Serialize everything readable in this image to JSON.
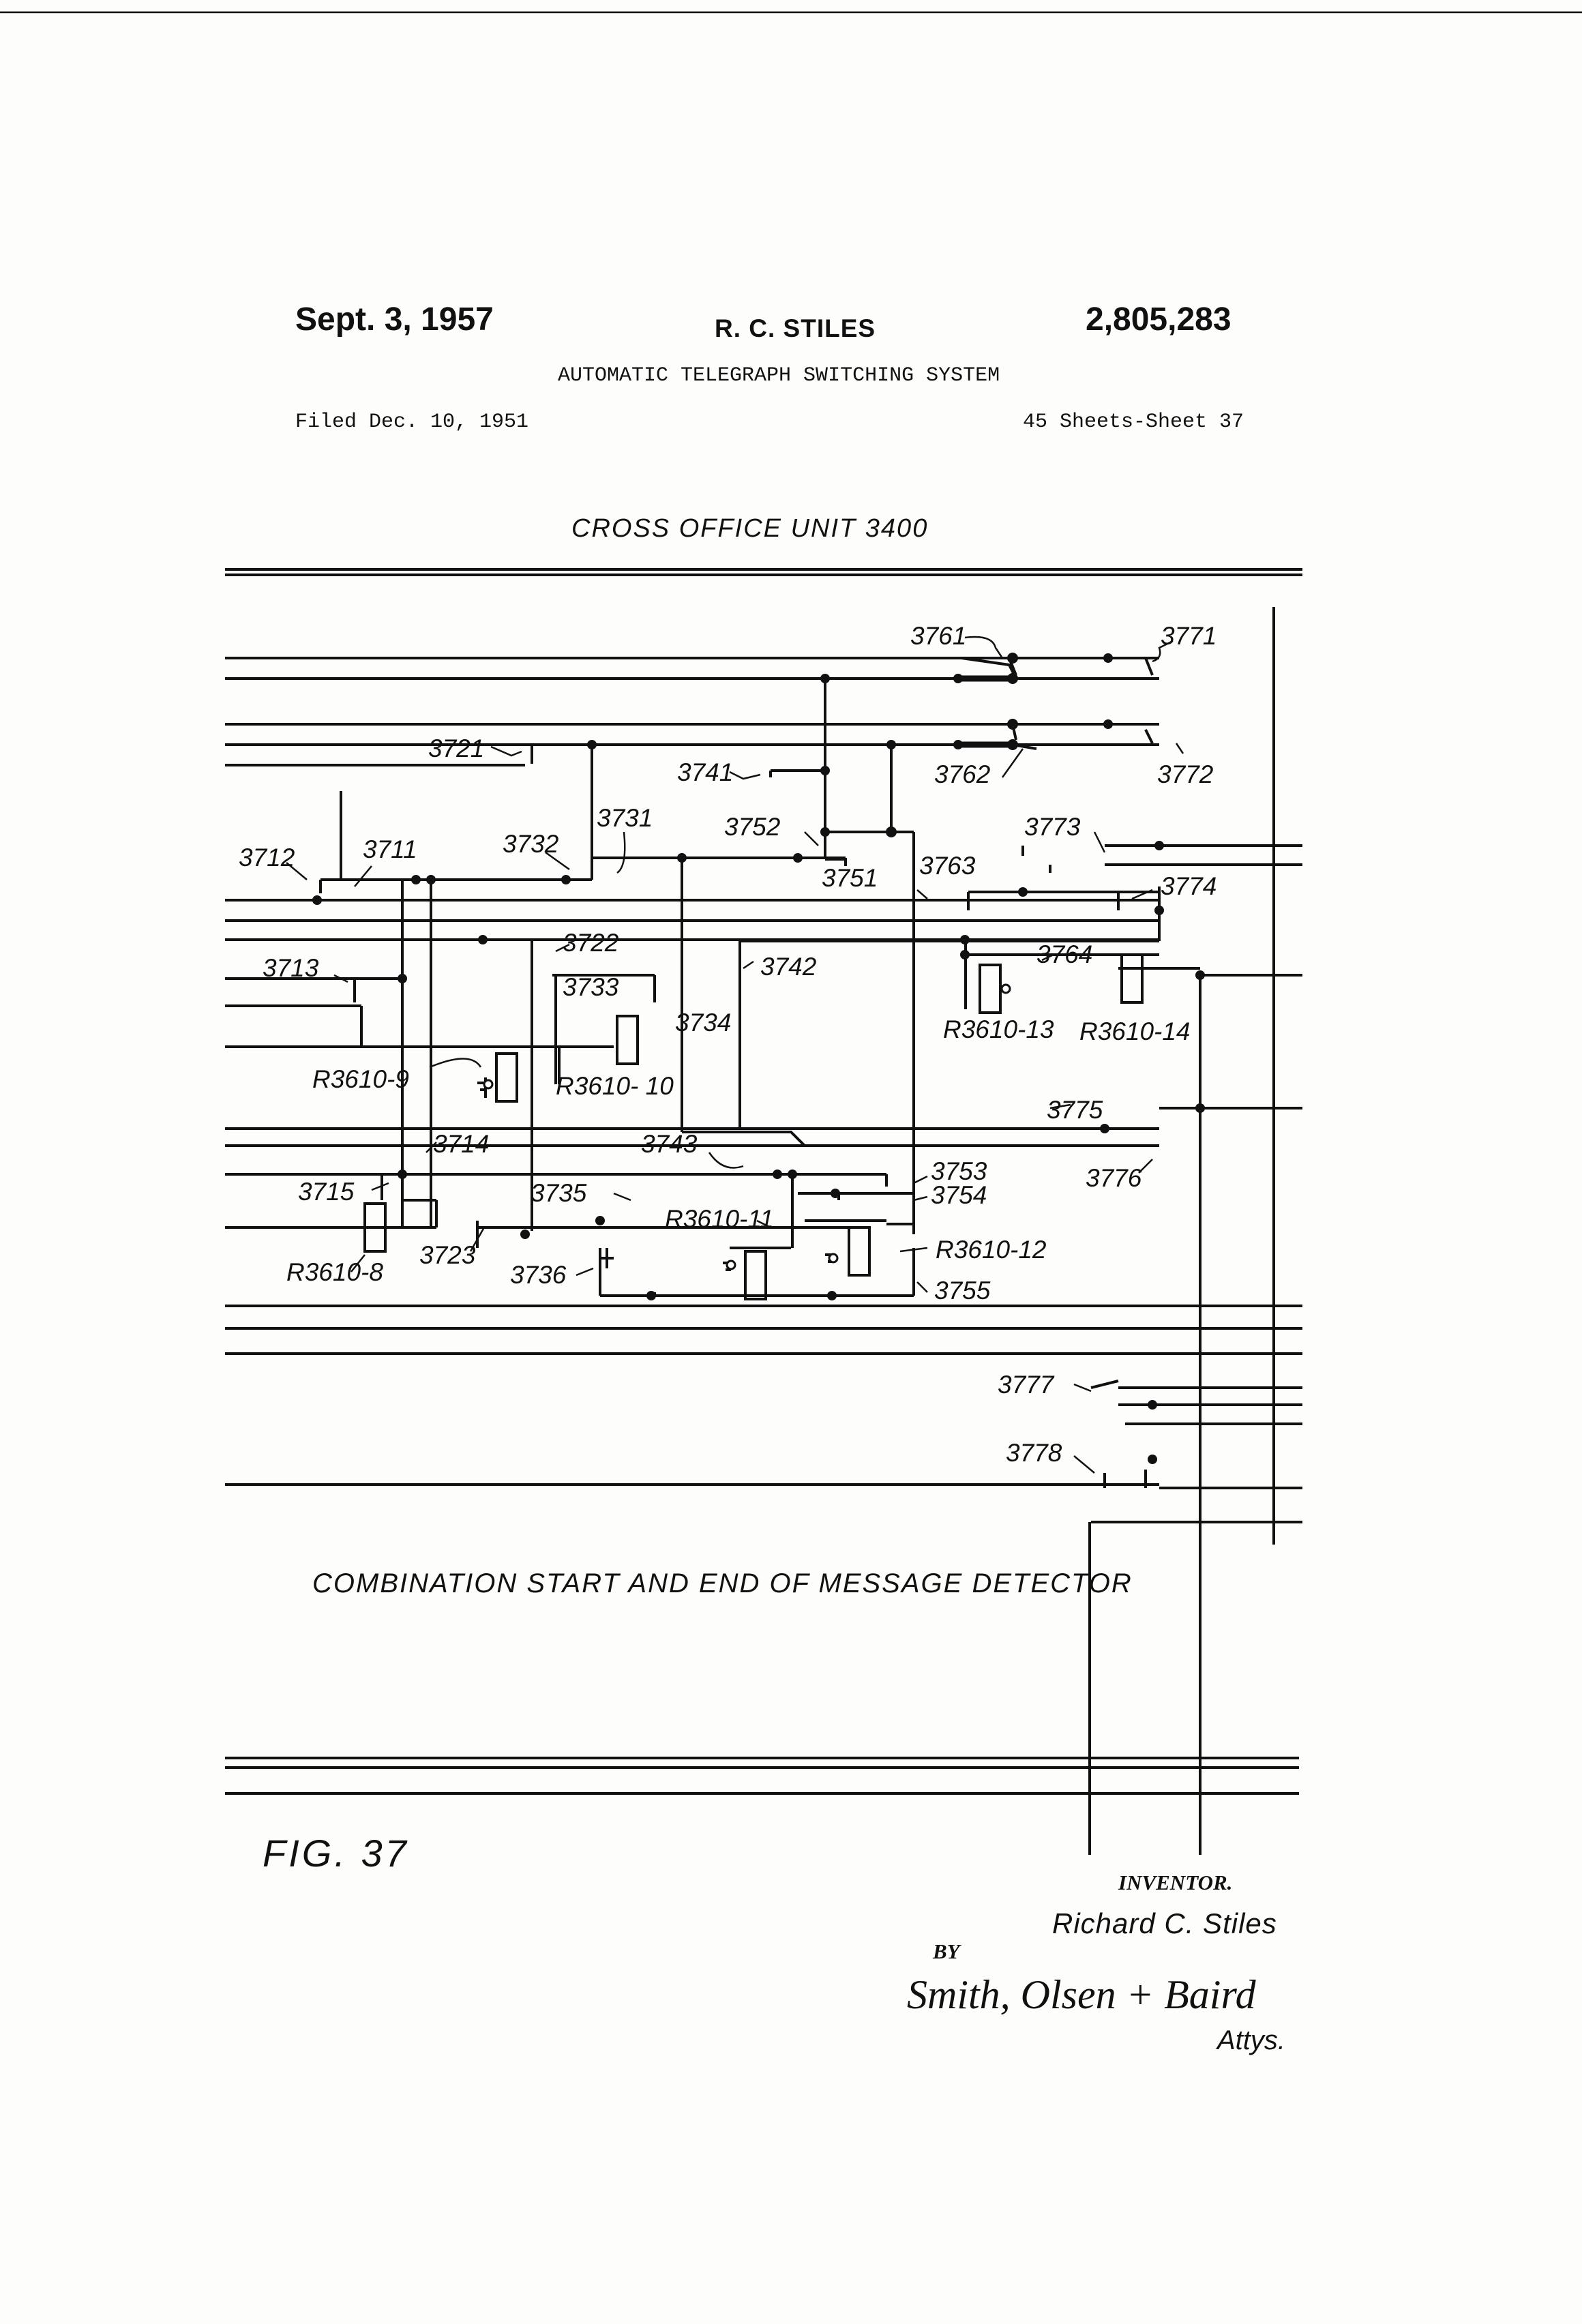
{
  "header": {
    "date": "Sept. 3, 1957",
    "inventor_name": "R. C. STILES",
    "patent_number": "2,805,283",
    "title": "AUTOMATIC TELEGRAPH SWITCHING SYSTEM",
    "filed": "Filed Dec. 10, 1951",
    "sheets": "45 Sheets-Sheet 37"
  },
  "diagram": {
    "unit_title": "CROSS OFFICE UNIT 3400",
    "caption": "COMBINATION START AND END OF MESSAGE DETECTOR",
    "figure_label": "FIG. 37",
    "labels": {
      "l3761": "3761",
      "l3771": "3771",
      "l3762": "3762",
      "l3772": "3772",
      "l3721": "3721",
      "l3741": "3741",
      "l3773": "3773",
      "l3731": "3731",
      "l3752": "3752",
      "l3763": "3763",
      "l3774": "3774",
      "l3712": "3712",
      "l3711": "3711",
      "l3732": "3732",
      "l3751": "3751",
      "l3722": "3722",
      "l3742": "3742",
      "l3764": "3764",
      "l3713": "3713",
      "l3733": "3733",
      "l3734": "3734",
      "lR13": "R3610-13",
      "lR14": "R3610-14",
      "lR9": "R3610-9",
      "lR10": "R3610- 10",
      "l3775": "3775",
      "l3714": "3714",
      "l3743": "3743",
      "l3776": "3776",
      "l3753": "3753",
      "l3715": "3715",
      "l3735": "3735",
      "l3754": "3754",
      "lR11": "R3610-11",
      "lR12": "R3610-12",
      "l3723": "3723",
      "lR8": "R3610-8",
      "l3736": "3736",
      "l3755": "3755",
      "l3777": "3777",
      "l3778": "3778"
    }
  },
  "signature": {
    "inventor_heading": "INVENTOR.",
    "inventor": "Richard C. Stiles",
    "by": "BY",
    "attorneys": "Smith, Olsen + Baird",
    "attys": "Attys."
  }
}
